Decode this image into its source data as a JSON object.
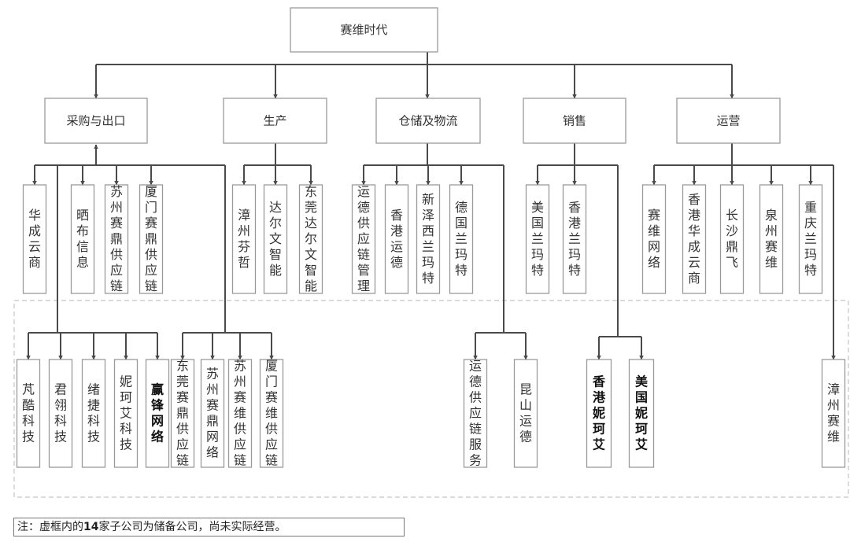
{
  "root": {
    "label": "赛维时代"
  },
  "departments": [
    {
      "label": "采购与出口",
      "children": [
        "华成云商",
        "晒布信息",
        "苏州赛鼎供应链",
        "厦门赛鼎供应链"
      ],
      "reserve_groups": [
        [
          "芃酷科技",
          "君翎科技",
          "绪捷科技",
          "妮珂艾科技",
          "赢锋网络"
        ],
        [
          "东莞赛鼎供应链",
          "苏州赛鼎网络",
          "苏州赛维供应链",
          "厦门赛维供应链"
        ]
      ]
    },
    {
      "label": "生产",
      "children": [
        "漳州芬哲",
        "达尔文智能",
        "东莞达尔文智能"
      ],
      "reserve_groups": []
    },
    {
      "label": "仓储及物流",
      "children": [
        "运德供应链管理",
        "香港运德",
        "新泽西兰玛特",
        "德国兰玛特"
      ],
      "reserve_groups": [
        [
          "运德供应链服务",
          "昆山运德"
        ]
      ]
    },
    {
      "label": "销售",
      "children": [
        "美国兰玛特",
        "香港兰玛特"
      ],
      "reserve_groups": [
        [
          "香港妮珂艾",
          "美国妮珂艾"
        ]
      ]
    },
    {
      "label": "运营",
      "children": [
        "赛维网络",
        "香港华成云商",
        "长沙鼎飞",
        "泉州赛维",
        "重庆兰玛特"
      ],
      "reserve_groups": [
        [
          "漳州赛维"
        ]
      ]
    }
  ],
  "reserve_area": {
    "label": "储备公司"
  },
  "note": {
    "prefix": "注：虚框内的",
    "count": "14",
    "suffix": "家子公司为储备公司，尚未实际经营。"
  }
}
